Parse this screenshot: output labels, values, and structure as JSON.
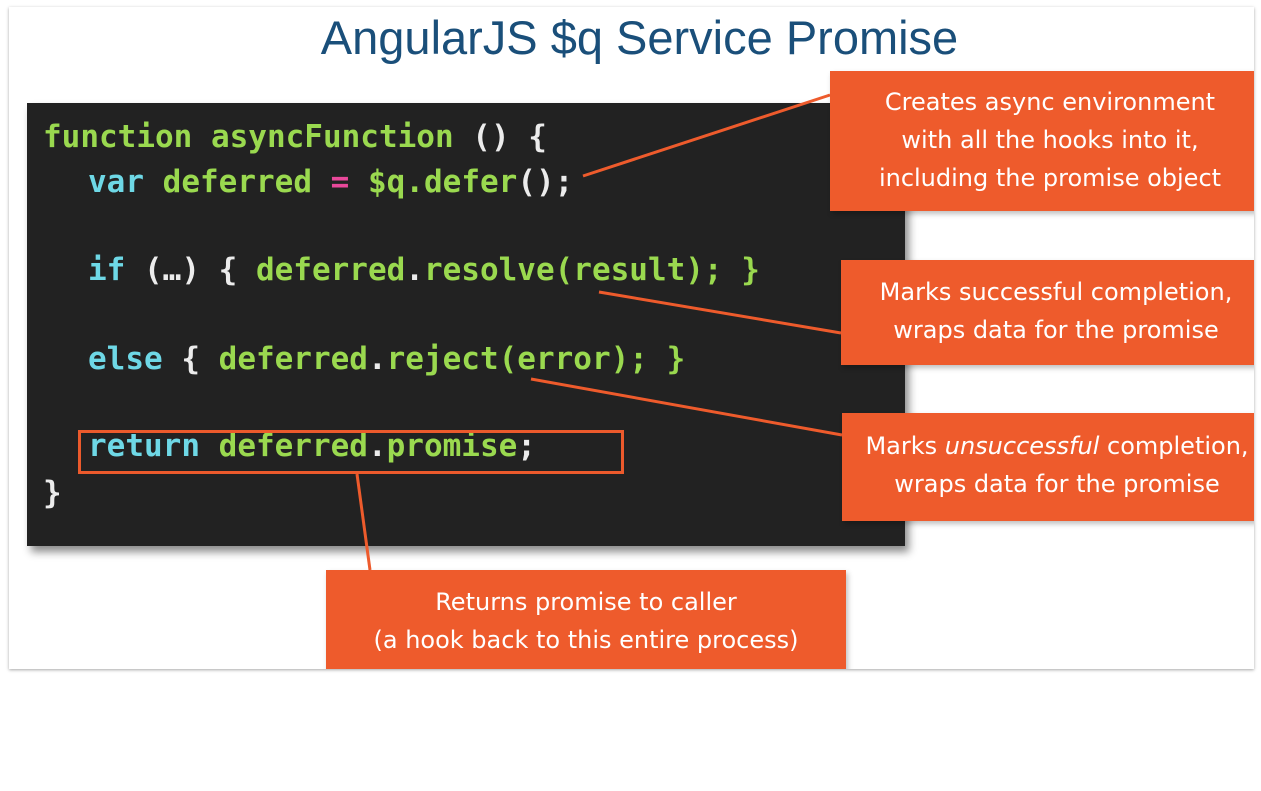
{
  "title": "AngularJS $q Service Promise",
  "code": {
    "line1": {
      "keyword": "function",
      "name": "asyncFunction",
      "rest": " () {"
    },
    "line2": {
      "keyword": "var",
      "name": "deferred",
      "op": "=",
      "call": "$q.defer",
      "rest": "();"
    },
    "line3": {
      "keyword": "if",
      "cond": " (…) { ",
      "obj": "deferred",
      "dot": ".",
      "method": "resolve",
      "arg": "(result); }"
    },
    "line4": {
      "keyword": "else",
      "brace": " { ",
      "obj": "deferred",
      "dot": ".",
      "method": "reject",
      "arg": "(error); }"
    },
    "line5": {
      "keyword": "return",
      "obj": "deferred",
      "dot": ".",
      "prop": "promise",
      "rest": ";"
    },
    "line6": {
      "text": "}"
    }
  },
  "callouts": {
    "defer": {
      "lines": [
        "Creates async environment",
        "with all the hooks into it,",
        "including the promise object"
      ]
    },
    "resolve": {
      "lines": [
        "Marks successful completion,",
        "wraps data for the promise"
      ]
    },
    "reject": {
      "pre": "Marks ",
      "emph": "unsuccessful",
      "post": " completion,",
      "line2": "wraps data for the promise"
    },
    "return": {
      "lines": [
        "Returns promise to caller",
        "(a hook back to this entire process)"
      ]
    }
  },
  "colors": {
    "callout": "#ee5b2c",
    "title": "#1a4f7a",
    "code_bg": "#222222",
    "green": "#9ad94f",
    "cyan": "#6ed8e6",
    "pink": "#e9489a"
  }
}
